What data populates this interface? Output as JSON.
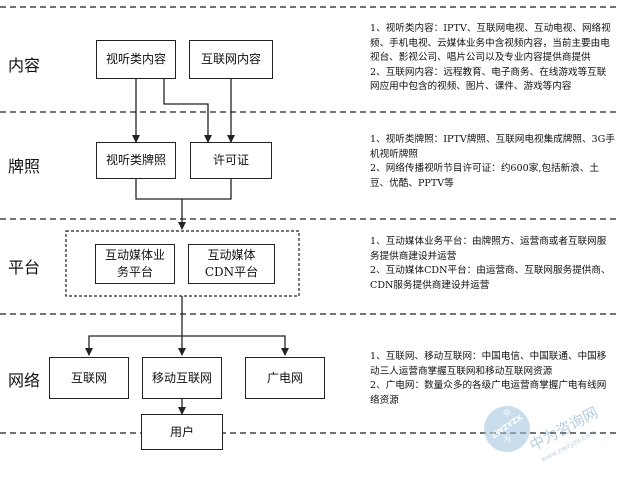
{
  "sections": [
    {
      "id": "content",
      "label": "内容"
    },
    {
      "id": "license",
      "label": "牌照"
    },
    {
      "id": "platform",
      "label": "平台"
    },
    {
      "id": "network",
      "label": "网络"
    }
  ],
  "boxes": {
    "av_content": "视听类内容",
    "internet_content": "互联网内容",
    "av_license": "视听类牌照",
    "permit": "许可证",
    "interactive_biz": "互动媒体业务平台",
    "interactive_cdn": "互动媒体CDN平台",
    "internet": "互联网",
    "mobile_internet": "移动互联网",
    "broadcast_net": "广电网",
    "user": "用户"
  },
  "descriptions": {
    "content": [
      "1、视听类内容：IPTV、互联网电视、互动电视、网络视频、手机电视、云媒体业务中含视频内容，当前主要由电视台、影视公司、唱片公司以及专业内容提供商提供",
      "2、互联网内容：远程教育、电子商务、在线游戏等互联网应用中包含的视频、图片、课件、游戏等内容"
    ],
    "license": [
      "1、视听类牌照：IPTV牌照、互联网电视集成牌照、3G手机视听牌照",
      "2、网络传播视听节目许可证：约600家,包括新浪、土豆、优酷、PPTV等"
    ],
    "platform": [
      "1、互动媒体业务平台：由牌照方、运营商或者互联网服务提供商建设并运营",
      "2、互动媒体CDN平台：由运营商、互联网服务提供商、CDN服务提供商建设并运营"
    ],
    "network": [
      "1、互联网、移动互联网：中国电信、中国联通、中国移动三人运营商掌握互联网和移动互联网资源",
      "2、广电网：数量众多的各级广电运营商掌握广电有线网络资源"
    ]
  },
  "watermark": {
    "brand": "中为咨询网",
    "url": "www.zwzyzx.com",
    "seal_text": "ZWZYZX",
    "seal_top": "中",
    "seal_bottom": "为"
  }
}
